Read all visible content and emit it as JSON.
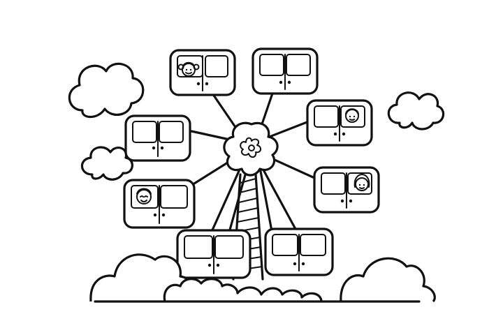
{
  "scene": {
    "subject": "ferris-wheel-line-drawing",
    "colors": {
      "ink": "#111111",
      "paper": "#ffffff"
    },
    "gondola_count": 8,
    "passengers_visible": 4
  }
}
